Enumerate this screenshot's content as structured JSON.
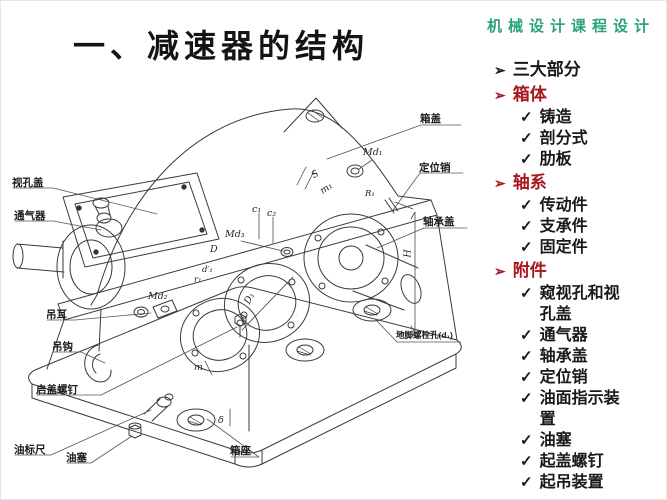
{
  "colors": {
    "accent_red": "#a8161d",
    "accent_green": "#2ba477",
    "ink": "#1b1b1b",
    "background": "#ffffff"
  },
  "glyphs": {
    "arrow": "➢",
    "check": "✓"
  },
  "header": {
    "title": "一、减速器的结构",
    "course_tag": "机械设计课程设计"
  },
  "outline": {
    "items": [
      {
        "label": "三大部分",
        "level": 1,
        "red": false
      },
      {
        "label": "箱体",
        "level": 1,
        "red": true
      },
      {
        "label": "铸造",
        "level": 2
      },
      {
        "label": "剖分式",
        "level": 2
      },
      {
        "label": "肋板",
        "level": 2
      },
      {
        "label": "轴系",
        "level": 1,
        "red": true
      },
      {
        "label": "传动件",
        "level": 2
      },
      {
        "label": "支承件",
        "level": 2
      },
      {
        "label": "固定件",
        "level": 2
      },
      {
        "label": "附件",
        "level": 1,
        "red": true
      },
      {
        "label": "窥视孔和视孔盖",
        "level": 2
      },
      {
        "label": "通气器",
        "level": 2
      },
      {
        "label": "轴承盖",
        "level": 2
      },
      {
        "label": "定位销",
        "level": 2
      },
      {
        "label": "油面指示装置",
        "level": 2
      },
      {
        "label": "油塞",
        "level": 2
      },
      {
        "label": "起盖螺钉",
        "level": 2
      },
      {
        "label": "起吊装置",
        "level": 2
      }
    ]
  },
  "diagram": {
    "callouts": {
      "sight_cover": "视孔盖",
      "breather": "通气器",
      "lifting_lug": "吊耳",
      "hook": "吊钩",
      "lid_lifting_screw": "启盖螺钉",
      "dipstick": "油标尺",
      "oil_plug": "油塞",
      "box_lid": "箱盖",
      "locating_pin": "定位销",
      "bearing_cap": "轴承盖",
      "foundation_bolt_hole": "地脚螺栓孔(d₁)",
      "box_base": "箱座"
    },
    "dimensions": {
      "md1": "Md₁",
      "md2": "Md₂",
      "md3": "Md₃",
      "s": "S",
      "m1": "m₁",
      "c1": "c₁",
      "c2": "c₂",
      "h": "H",
      "delta": "δ",
      "m": "m",
      "d1": "D₁",
      "d": "D",
      "r1": "r₁",
      "d1_prime": "d′₁",
      "r1_cap": "R₁"
    }
  }
}
